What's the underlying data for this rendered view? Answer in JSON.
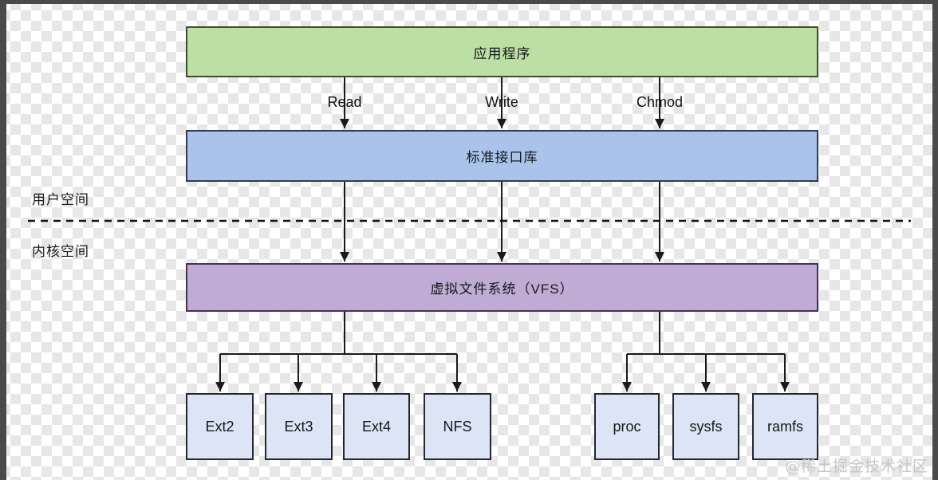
{
  "diagram": {
    "app_box": "应用程序",
    "stdlib_box": "标准接口库",
    "vfs_box": "虚拟文件系统（VFS）",
    "syscall_labels": [
      "Read",
      "Write",
      "Chmod"
    ],
    "user_space_label": "用户空间",
    "kernel_space_label": "内核空间",
    "fs_left": [
      "Ext2",
      "Ext3",
      "Ext4",
      "NFS"
    ],
    "fs_right": [
      "proc",
      "sysfs",
      "ramfs"
    ],
    "watermark": "@稀土掘金技术社区",
    "colors": {
      "app_fill": "#bcdfa3",
      "stdlib_fill": "#a9c3ea",
      "vfs_fill": "#c0abd4",
      "fs_fill": "#dce4f5",
      "line": "#1a1a1a",
      "frame": "#4a4a4a",
      "checker": "#e7e7e7",
      "watermark": "#c6c6c6"
    }
  }
}
